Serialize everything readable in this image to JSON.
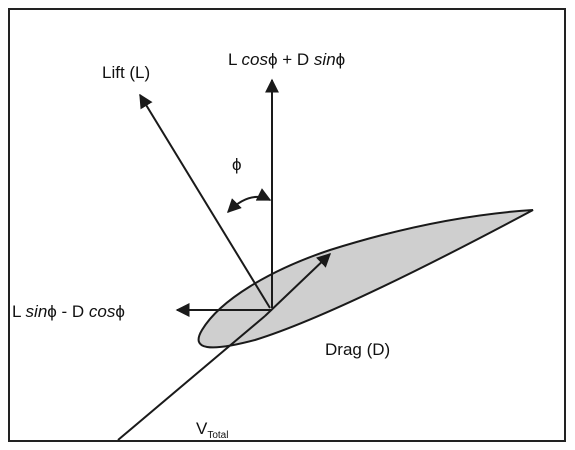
{
  "diagram": {
    "labels": {
      "lift": "Lift (L)",
      "vertical_force_part1": "L ",
      "vertical_force_cos": "cos",
      "vertical_force_phi1": "ϕ + D ",
      "vertical_force_sin": "sin",
      "vertical_force_phi2": "ϕ",
      "horizontal_force_part1": "L ",
      "horizontal_force_sin": "sin",
      "horizontal_force_phi1": "ϕ - D ",
      "horizontal_force_cos": "cos",
      "horizontal_force_phi2": "ϕ",
      "angle": "ϕ",
      "drag": "Drag (D)",
      "velocity_main": "V",
      "velocity_sub": "Total"
    },
    "colors": {
      "airfoil_fill": "#cfcfcf",
      "stroke": "#1a1a1a"
    }
  }
}
